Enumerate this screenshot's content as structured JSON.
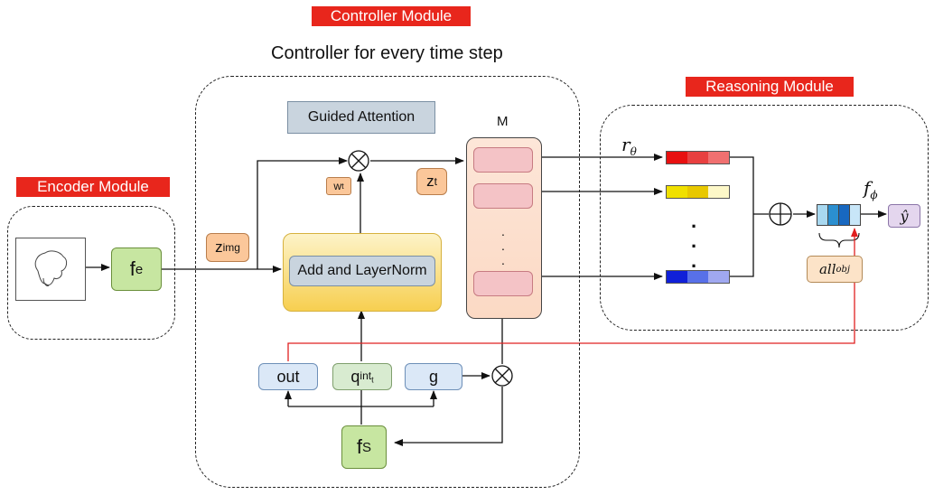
{
  "labels": {
    "controller_module": "Controller Module",
    "controller_subtitle": "Controller for every time step",
    "reasoning_module": "Reasoning Module",
    "encoder_module": "Encoder Module",
    "guided_attention": "Guided Attention",
    "add_layernorm": "Add and LayerNorm",
    "memory": "M",
    "dots": ". . .",
    "out": "out",
    "g": "g"
  },
  "math": {
    "f_e_base": "f",
    "f_e_sub": "e",
    "z_img_base": "z",
    "z_img_sub": "img",
    "w_t_base": "w",
    "w_t_sub": "t",
    "z_t_base": "z",
    "z_t_sub": "t",
    "q_base": "q",
    "q_sub": "int",
    "q_subsub": "t",
    "f_s_base": "f",
    "f_s_sub": "S",
    "r_theta_base": "r",
    "r_theta_sub": "θ",
    "f_phi_base": "f",
    "f_phi_sub": "ϕ",
    "all_obj_base": "all",
    "all_obj_sub": "obj",
    "y_hat": "ŷ"
  },
  "colors": {
    "red_label": "#e8261c",
    "green": "#c7e6a1",
    "orange": "#fbc79a",
    "pink": "#f4c3c6",
    "yellow_block": "#fbe08a",
    "feedback_line": "#e02020"
  },
  "vectors": [
    [
      "#e81010",
      "#e84040",
      "#f07070"
    ],
    [
      "#f0e000",
      "#e8c800",
      "#fdf8c8"
    ],
    [
      "#1020d8",
      "#5870e8",
      "#a0a8f0"
    ]
  ],
  "all_obj_vector": [
    "#a8d8f0",
    "#2b8fd0",
    "#1868c0",
    "#c8e6f8"
  ]
}
